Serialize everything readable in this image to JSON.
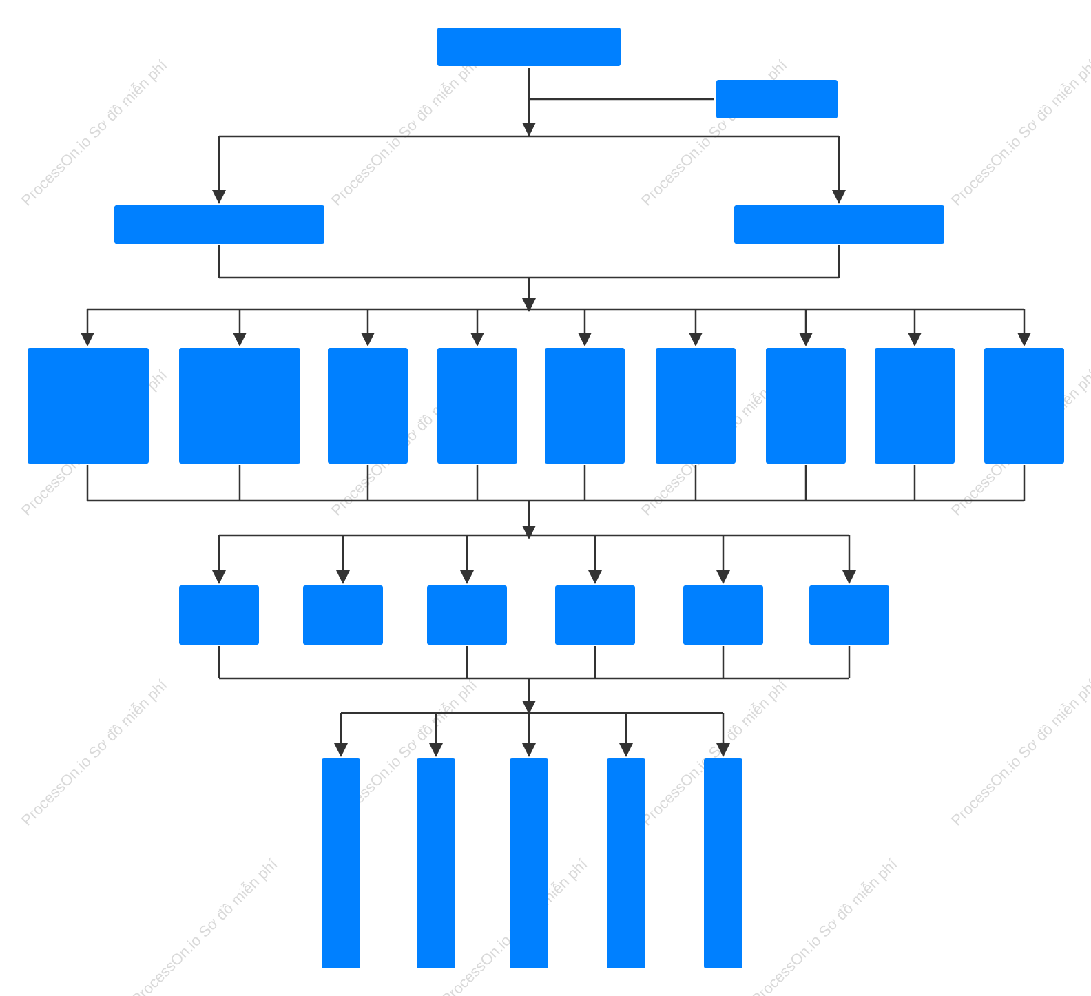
{
  "colors": {
    "node_fill": "#0080FF",
    "connector": "#333333",
    "watermark": "#D9D9D9",
    "background": "#FFFFFF"
  },
  "watermark": {
    "text": "ProcessOn.io Sơ đồ miễn phí"
  },
  "diagram": {
    "type": "org-chart",
    "levels": [
      {
        "name": "level-1-root",
        "node_count": 1,
        "side_node_count": 1
      },
      {
        "name": "level-2",
        "node_count": 2
      },
      {
        "name": "level-3",
        "node_count": 9
      },
      {
        "name": "level-4",
        "node_count": 6
      },
      {
        "name": "level-5",
        "node_count": 5
      }
    ],
    "node_labels_visible": false
  }
}
